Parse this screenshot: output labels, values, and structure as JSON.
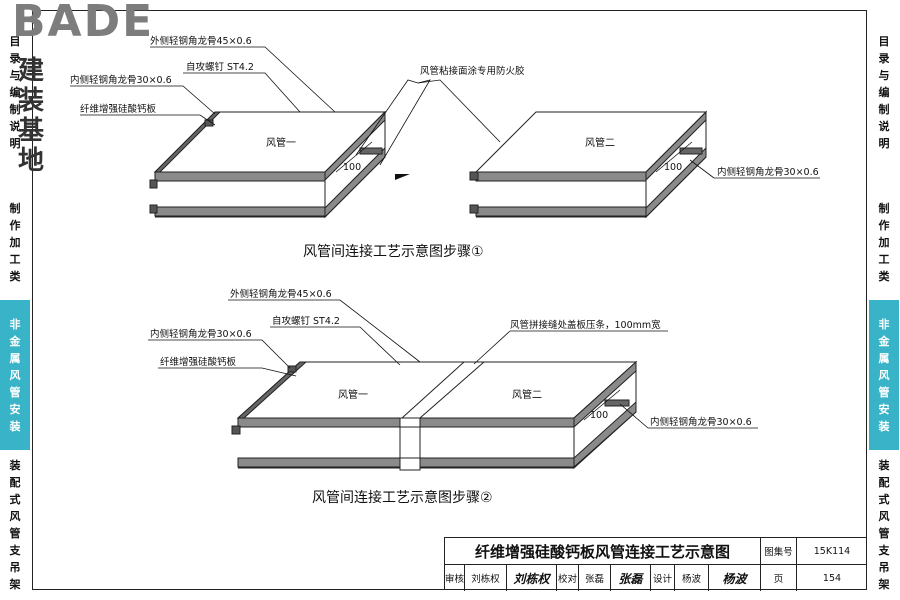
{
  "logo": {
    "brand": "BADE",
    "subtitle": "建装基地"
  },
  "side_tabs_left": [
    {
      "label": "目录与编制说明",
      "active": false
    },
    {
      "label": "制作加工类",
      "active": false
    },
    {
      "label": "非金属风管安装",
      "active": true
    },
    {
      "label": "装配式风管支吊架",
      "active": false
    }
  ],
  "side_tabs_right": [
    {
      "label": "目录与编制说明",
      "active": false
    },
    {
      "label": "制作加工类",
      "active": false
    },
    {
      "label": "非金属风管安装",
      "active": true
    },
    {
      "label": "装配式风管支吊架",
      "active": false
    }
  ],
  "accent_color": "#39b3c8",
  "step1": {
    "caption": "风管间连接工艺示意图步骤①",
    "duct1": "风管一",
    "duct2": "风管二",
    "label_outer": "外侧轻钢角龙骨45×0.6",
    "label_screw": "自攻螺钉 ST4.2",
    "label_inner_left": "内侧轻钢角龙骨30×0.6",
    "label_board": "纤维增强硅酸钙板",
    "label_glue": "风管粘接面涂专用防火胶",
    "label_inner_right": "内侧轻钢角龙骨30×0.6",
    "dim": "100"
  },
  "step2": {
    "caption": "风管间连接工艺示意图步骤②",
    "duct1": "风管一",
    "duct2": "风管二",
    "label_outer": "外侧轻钢角龙骨45×0.6",
    "label_screw": "自攻螺钉 ST4.2",
    "label_inner_left": "内侧轻钢角龙骨30×0.6",
    "label_board": "纤维增强硅酸钙板",
    "label_strip": "风管拼接缝处盖板压条，100mm宽",
    "label_inner_right": "内侧轻钢角龙骨30×0.6",
    "dim": "100"
  },
  "title_block": {
    "title": "纤维增强硅酸钙板风管连接工艺示意图",
    "atlas_label": "图集号",
    "atlas_no": "15K114",
    "review_label": "审核",
    "reviewer": "刘栋权",
    "reviewer_sig": "刘栋权",
    "check_label": "校对",
    "checker": "张磊",
    "checker_sig": "张磊",
    "design_label": "设计",
    "designer": "杨波",
    "designer_sig": "杨波",
    "page_label": "页",
    "page_no": "154"
  }
}
